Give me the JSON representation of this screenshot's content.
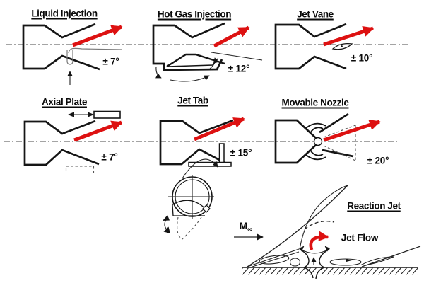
{
  "figure": {
    "panels": [
      {
        "id": "liquid-injection",
        "title": "Liquid Injection",
        "angle_label": "± 7°"
      },
      {
        "id": "hot-gas-injection",
        "title": "Hot Gas Injection",
        "angle_label": "± 12°"
      },
      {
        "id": "jet-vane",
        "title": "Jet Vane",
        "angle_label": "± 10°"
      },
      {
        "id": "axial-plate",
        "title": "Axial Plate",
        "angle_label": "± 7°"
      },
      {
        "id": "jet-tab",
        "title": "Jet Tab",
        "angle_label": "± 15°"
      },
      {
        "id": "movable-nozzle",
        "title": "Movable Nozzle",
        "angle_label": "± 20°"
      },
      {
        "id": "reaction-jet",
        "title": "Reaction Jet"
      }
    ],
    "reaction": {
      "freestream_label": "M",
      "freestream_subscript": "∞",
      "jet_flow_label": "Jet Flow"
    },
    "colors": {
      "thrust_arrow_red": "#dd1111",
      "line_black": "#151515"
    }
  }
}
